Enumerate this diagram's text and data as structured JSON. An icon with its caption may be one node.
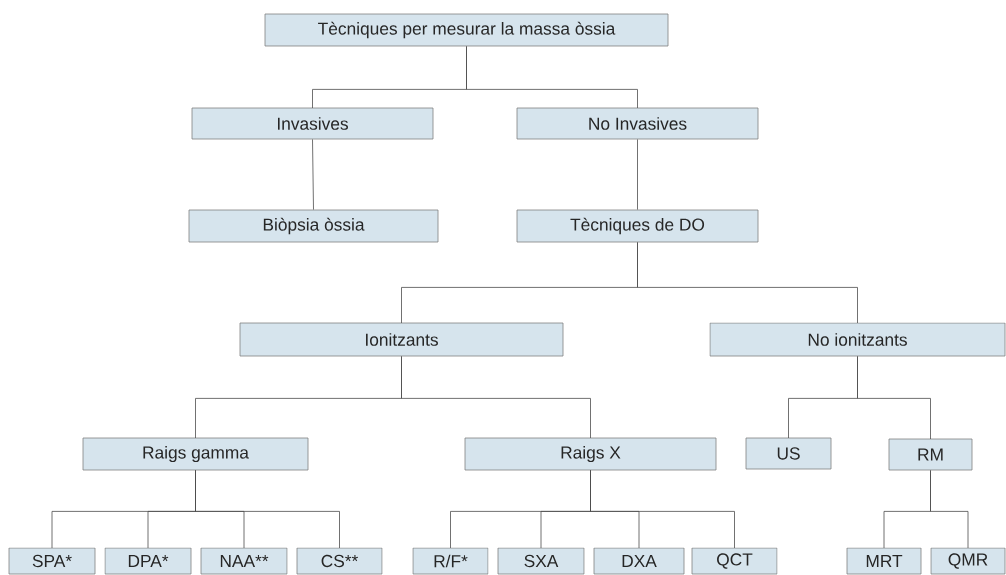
{
  "diagram": {
    "nodes": [
      {
        "text": [
          "Tècniques per mesurar la massa òssia"
        ]
      },
      {
        "text": [
          "Invasives"
        ]
      },
      {
        "text": [
          "No Invasives"
        ]
      },
      {
        "text": [
          "Biòpsia òssia"
        ]
      },
      {
        "text": [
          "Tècniques de DO"
        ]
      },
      {
        "text": [
          "Ionitzants"
        ]
      },
      {
        "text": [
          "No ionitzants"
        ]
      },
      {
        "text": [
          "Raigs gamma"
        ]
      },
      {
        "text": [
          "Raigs X"
        ]
      },
      {
        "text": [
          "US"
        ]
      },
      {
        "text": [
          "RM"
        ]
      },
      {
        "text": [
          "SPA*"
        ]
      },
      {
        "text": [
          "DPA*"
        ]
      },
      {
        "text": [
          "NAA**"
        ]
      },
      {
        "text": [
          "CS**"
        ]
      },
      {
        "text": [
          "R/F*"
        ]
      },
      {
        "text": [
          "SXA"
        ]
      },
      {
        "text": [
          "DXA"
        ]
      },
      {
        "text": [
          "QCT"
        ]
      },
      {
        "text": [
          "MRT"
        ]
      },
      {
        "text": [
          "QMR"
        ]
      }
    ],
    "edges": [
      {
        "from": 0,
        "to": 1,
        "arrow": "none"
      },
      {
        "from": 0,
        "to": 2,
        "arrow": "none"
      },
      {
        "from": 1,
        "to": 3,
        "arrow": "none"
      },
      {
        "from": 2,
        "to": 4,
        "arrow": "none"
      },
      {
        "from": 4,
        "to": 5,
        "arrow": "none"
      },
      {
        "from": 4,
        "to": 6,
        "arrow": "none"
      },
      {
        "from": 5,
        "to": 7,
        "arrow": "none"
      },
      {
        "from": 5,
        "to": 8,
        "arrow": "none"
      },
      {
        "from": 6,
        "to": 9,
        "arrow": "none"
      },
      {
        "from": 6,
        "to": 10,
        "arrow": "none"
      },
      {
        "from": 7,
        "to": 11,
        "arrow": "none"
      },
      {
        "from": 7,
        "to": 12,
        "arrow": "none"
      },
      {
        "from": 7,
        "to": 13,
        "arrow": "none"
      },
      {
        "from": 7,
        "to": 14,
        "arrow": "none"
      },
      {
        "from": 8,
        "to": 15,
        "arrow": "none"
      },
      {
        "from": 8,
        "to": 16,
        "arrow": "none"
      },
      {
        "from": 8,
        "to": 17,
        "arrow": "none"
      },
      {
        "from": 8,
        "to": 18,
        "arrow": "none"
      },
      {
        "from": 10,
        "to": 19,
        "arrow": "none"
      },
      {
        "from": 10,
        "to": 20,
        "arrow": "none"
      }
    ]
  }
}
